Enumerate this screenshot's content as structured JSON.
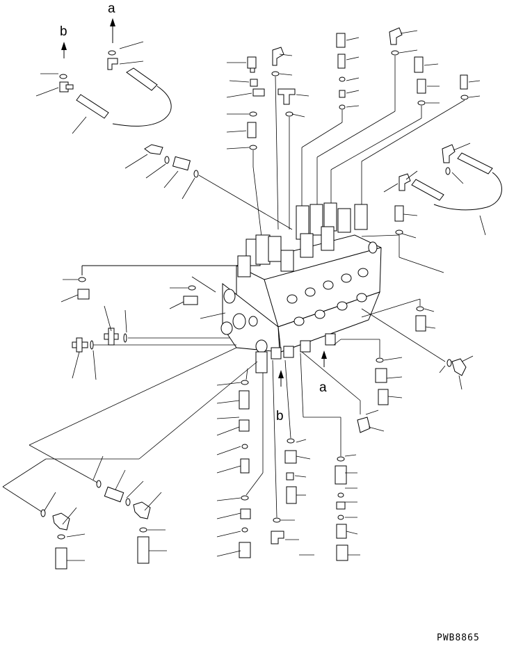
{
  "labels": {
    "arrow_a_top": "a",
    "arrow_b_top": "b",
    "arrow_a_bottom": "a",
    "arrow_b_bottom": "b"
  },
  "drawing_code": "PWB8865"
}
